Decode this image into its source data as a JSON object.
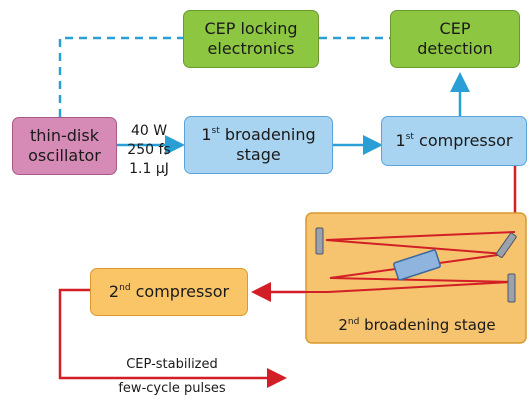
{
  "nodes": {
    "oscillator": {
      "line1": "thin-disk",
      "line2": "oscillator"
    },
    "cep_locking": {
      "line1": "CEP locking",
      "line2": "electronics"
    },
    "cep_detection": {
      "line1": "CEP",
      "line2": "detection"
    },
    "broadening1": {
      "ord": "1",
      "sup": "st",
      "line1": "broadening",
      "line2": "stage"
    },
    "compressor1": {
      "ord": "1",
      "sup": "st",
      "text": "compressor"
    },
    "broadening2": {
      "ord": "2",
      "sup": "nd",
      "text": "broadening stage"
    },
    "compressor2": {
      "ord": "2",
      "sup": "nd",
      "text": "compressor"
    }
  },
  "laser_params": {
    "power": "40 W",
    "duration": "250 fs",
    "energy": "1.1 µJ"
  },
  "output": {
    "line1": "CEP-stabilized",
    "line2": "few-cycle pulses"
  },
  "colors": {
    "beam": "#d21f26",
    "signal": "#2a9fd6",
    "feedback_dashed": "#2a9fd6"
  }
}
